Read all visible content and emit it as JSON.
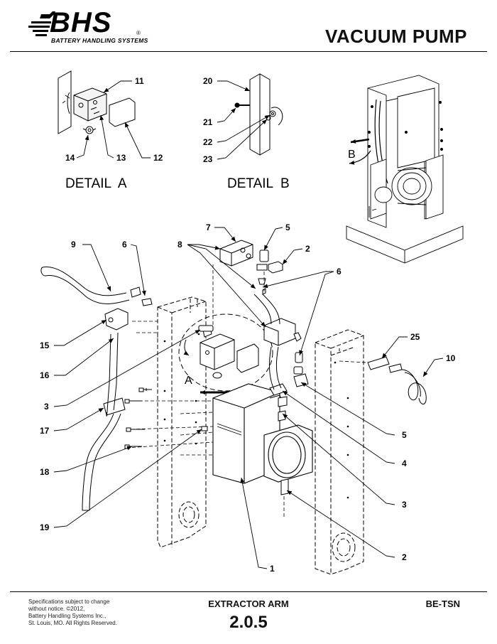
{
  "header": {
    "logo_text": "BHS",
    "logo_subtext": "BATTERY HANDLING SYSTEMS",
    "registered_mark": "®",
    "title": "VACUUM PUMP"
  },
  "details": {
    "detail_a_label": "DETAIL  A",
    "detail_b_label": "DETAIL  B",
    "view_a_letter": "A",
    "view_b_letter": "B"
  },
  "callouts": {
    "c11": "11",
    "c12": "12",
    "c13": "13",
    "c14": "14",
    "c20": "20",
    "c21": "21",
    "c22": "22",
    "c23": "23",
    "c7": "7",
    "c5a": "5",
    "c2a": "2",
    "c8": "8",
    "c6a": "6",
    "c9": "9",
    "c6b": "6",
    "c15": "15",
    "c16": "16",
    "c3a": "3",
    "c17": "17",
    "c18": "18",
    "c19": "19",
    "c25": "25",
    "c10": "10",
    "c5b": "5",
    "c4": "4",
    "c3b": "3",
    "c2b": "2",
    "c1": "1"
  },
  "footer": {
    "notice": [
      "Specifications subject to change",
      "without notice. ©2012,",
      "Battery Handling Systems Inc.,",
      "St. Louis, MO. All Rights Reserved."
    ],
    "section": "EXTRACTOR ARM",
    "number": "2.0.5",
    "model": "BE-TSN"
  }
}
